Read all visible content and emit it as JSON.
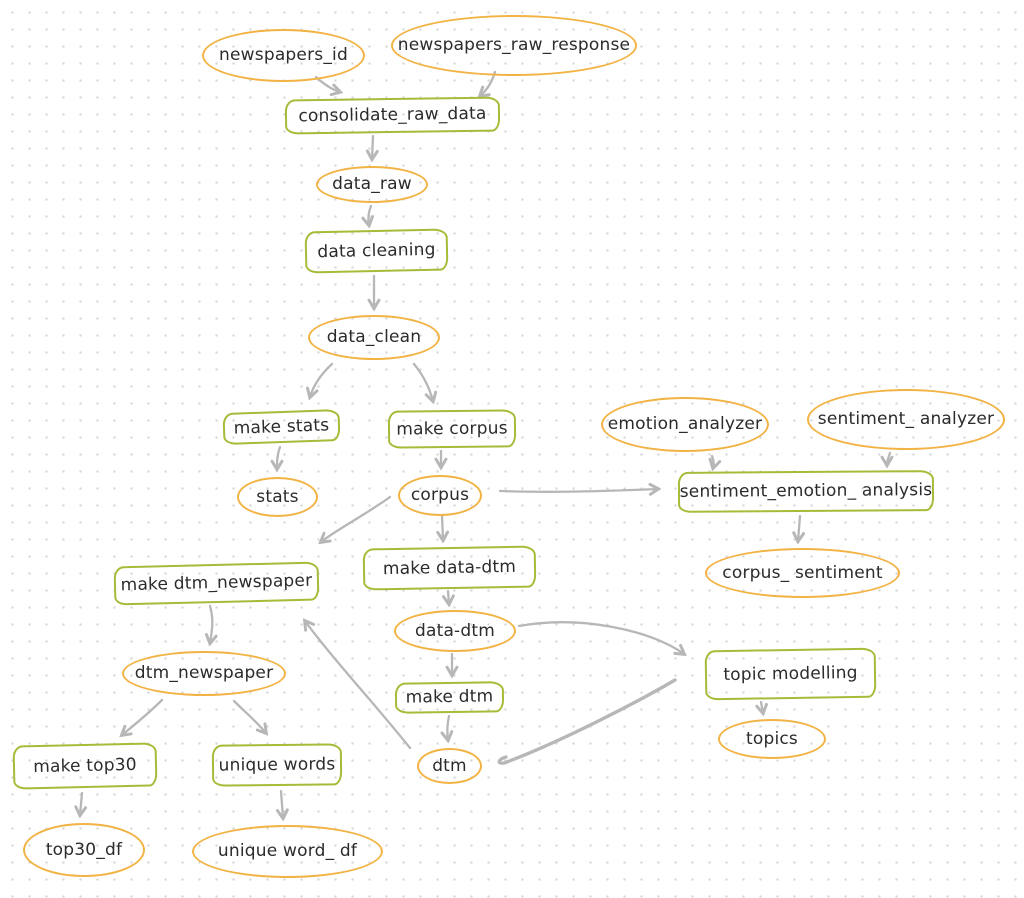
{
  "diagram": {
    "colors": {
      "data_node_stroke": "#f2b344",
      "task_node_stroke": "#a8ba38",
      "arrow": "#b7b7b7",
      "text": "#2b2b2b",
      "background_dot": "#d2d2d2",
      "background": "#ffffff"
    },
    "nodes": {
      "newspapers_id": {
        "label": "newspapers_id",
        "type": "data"
      },
      "newspapers_raw_response": {
        "label": "newspapers_raw_response",
        "type": "data"
      },
      "consolidate_raw_data": {
        "label": "consolidate_raw_data",
        "type": "task"
      },
      "data_raw": {
        "label": "data_raw",
        "type": "data"
      },
      "data_cleaning": {
        "label": "data cleaning",
        "type": "task"
      },
      "data_clean": {
        "label": "data_clean",
        "type": "data"
      },
      "make_stats": {
        "label": "make stats",
        "type": "task"
      },
      "make_corpus": {
        "label": "make corpus",
        "type": "task"
      },
      "stats": {
        "label": "stats",
        "type": "data"
      },
      "corpus": {
        "label": "corpus",
        "type": "data"
      },
      "emotion_analyzer": {
        "label": "emotion_analyzer",
        "type": "data"
      },
      "sentiment_analyzer": {
        "label": "sentiment_ analyzer",
        "type": "data"
      },
      "sentiment_emotion_analysis": {
        "label": "sentiment_emotion_ analysis",
        "type": "task"
      },
      "corpus_sentiment": {
        "label": "corpus_ sentiment",
        "type": "data"
      },
      "make_dtm_newspaper": {
        "label": "make dtm_newspaper",
        "type": "task"
      },
      "make_data_dtm": {
        "label": "make data-dtm",
        "type": "task"
      },
      "data_dtm": {
        "label": "data-dtm",
        "type": "data"
      },
      "make_dtm": {
        "label": "make dtm",
        "type": "task"
      },
      "dtm": {
        "label": "dtm",
        "type": "data"
      },
      "dtm_newspaper": {
        "label": "dtm_newspaper",
        "type": "data"
      },
      "topic_modelling": {
        "label": "topic modelling",
        "type": "task"
      },
      "topics": {
        "label": "topics",
        "type": "data"
      },
      "make_top30": {
        "label": "make top30",
        "type": "task"
      },
      "unique_words": {
        "label": "unique words",
        "type": "task"
      },
      "top30_df": {
        "label": "top30_df",
        "type": "data"
      },
      "unique_word_df": {
        "label": "unique word_ df",
        "type": "data"
      }
    },
    "edges": [
      {
        "from": "newspapers_id",
        "to": "consolidate_raw_data"
      },
      {
        "from": "newspapers_raw_response",
        "to": "consolidate_raw_data"
      },
      {
        "from": "consolidate_raw_data",
        "to": "data_raw"
      },
      {
        "from": "data_raw",
        "to": "data_cleaning"
      },
      {
        "from": "data_cleaning",
        "to": "data_clean"
      },
      {
        "from": "data_clean",
        "to": "make_stats"
      },
      {
        "from": "data_clean",
        "to": "make_corpus"
      },
      {
        "from": "make_stats",
        "to": "stats"
      },
      {
        "from": "make_corpus",
        "to": "corpus"
      },
      {
        "from": "corpus",
        "to": "sentiment_emotion_analysis"
      },
      {
        "from": "emotion_analyzer",
        "to": "sentiment_emotion_analysis"
      },
      {
        "from": "sentiment_analyzer",
        "to": "sentiment_emotion_analysis"
      },
      {
        "from": "sentiment_emotion_analysis",
        "to": "corpus_sentiment"
      },
      {
        "from": "corpus",
        "to": "make_dtm_newspaper"
      },
      {
        "from": "corpus",
        "to": "make_data_dtm"
      },
      {
        "from": "make_data_dtm",
        "to": "data_dtm"
      },
      {
        "from": "data_dtm",
        "to": "make_dtm"
      },
      {
        "from": "make_dtm",
        "to": "dtm"
      },
      {
        "from": "data_dtm",
        "to": "topic_modelling"
      },
      {
        "from": "dtm",
        "to": "topic_modelling"
      },
      {
        "from": "dtm",
        "to": "make_dtm_newspaper"
      },
      {
        "from": "topic_modelling",
        "to": "topics"
      },
      {
        "from": "make_dtm_newspaper",
        "to": "dtm_newspaper"
      },
      {
        "from": "dtm_newspaper",
        "to": "make_top30"
      },
      {
        "from": "dtm_newspaper",
        "to": "unique_words"
      },
      {
        "from": "make_top30",
        "to": "top30_df"
      },
      {
        "from": "unique_words",
        "to": "unique_word_df"
      }
    ]
  }
}
